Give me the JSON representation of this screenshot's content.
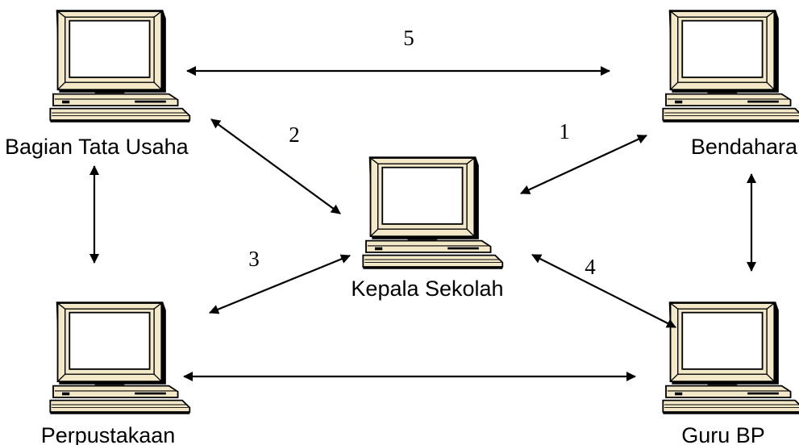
{
  "nodes": {
    "tata_usaha": {
      "label": "Bagian Tata Usaha",
      "icon": "computer-icon"
    },
    "bendahara": {
      "label": "Bendahara",
      "icon": "computer-icon"
    },
    "kepala_sekolah": {
      "label": "Kepala Sekolah",
      "icon": "computer-icon"
    },
    "perpustakaan": {
      "label": "Perpustakaan",
      "icon": "computer-icon"
    },
    "guru_bp": {
      "label": "Guru BP",
      "icon": "computer-icon"
    }
  },
  "edges": {
    "e1": {
      "label": "1",
      "from": "Kepala Sekolah",
      "to": "Bendahara"
    },
    "e2": {
      "label": "2",
      "from": "Bagian Tata Usaha",
      "to": "Kepala Sekolah"
    },
    "e3": {
      "label": "3",
      "from": "Perpustakaan",
      "to": "Kepala Sekolah"
    },
    "e4": {
      "label": "4",
      "from": "Kepala Sekolah",
      "to": "Guru BP"
    },
    "e5": {
      "label": "5",
      "from": "Bagian Tata Usaha",
      "to": "Bendahara"
    },
    "e6": {
      "label": "",
      "from": "Bagian Tata Usaha",
      "to": "Perpustakaan"
    },
    "e7": {
      "label": "",
      "from": "Bendahara",
      "to": "Guru BP"
    },
    "e8": {
      "label": "",
      "from": "Perpustakaan",
      "to": "Guru BP"
    }
  },
  "colors": {
    "monitor_frame": "#f3e9c8",
    "monitor_screen": "#ffffff",
    "outline": "#000000"
  }
}
